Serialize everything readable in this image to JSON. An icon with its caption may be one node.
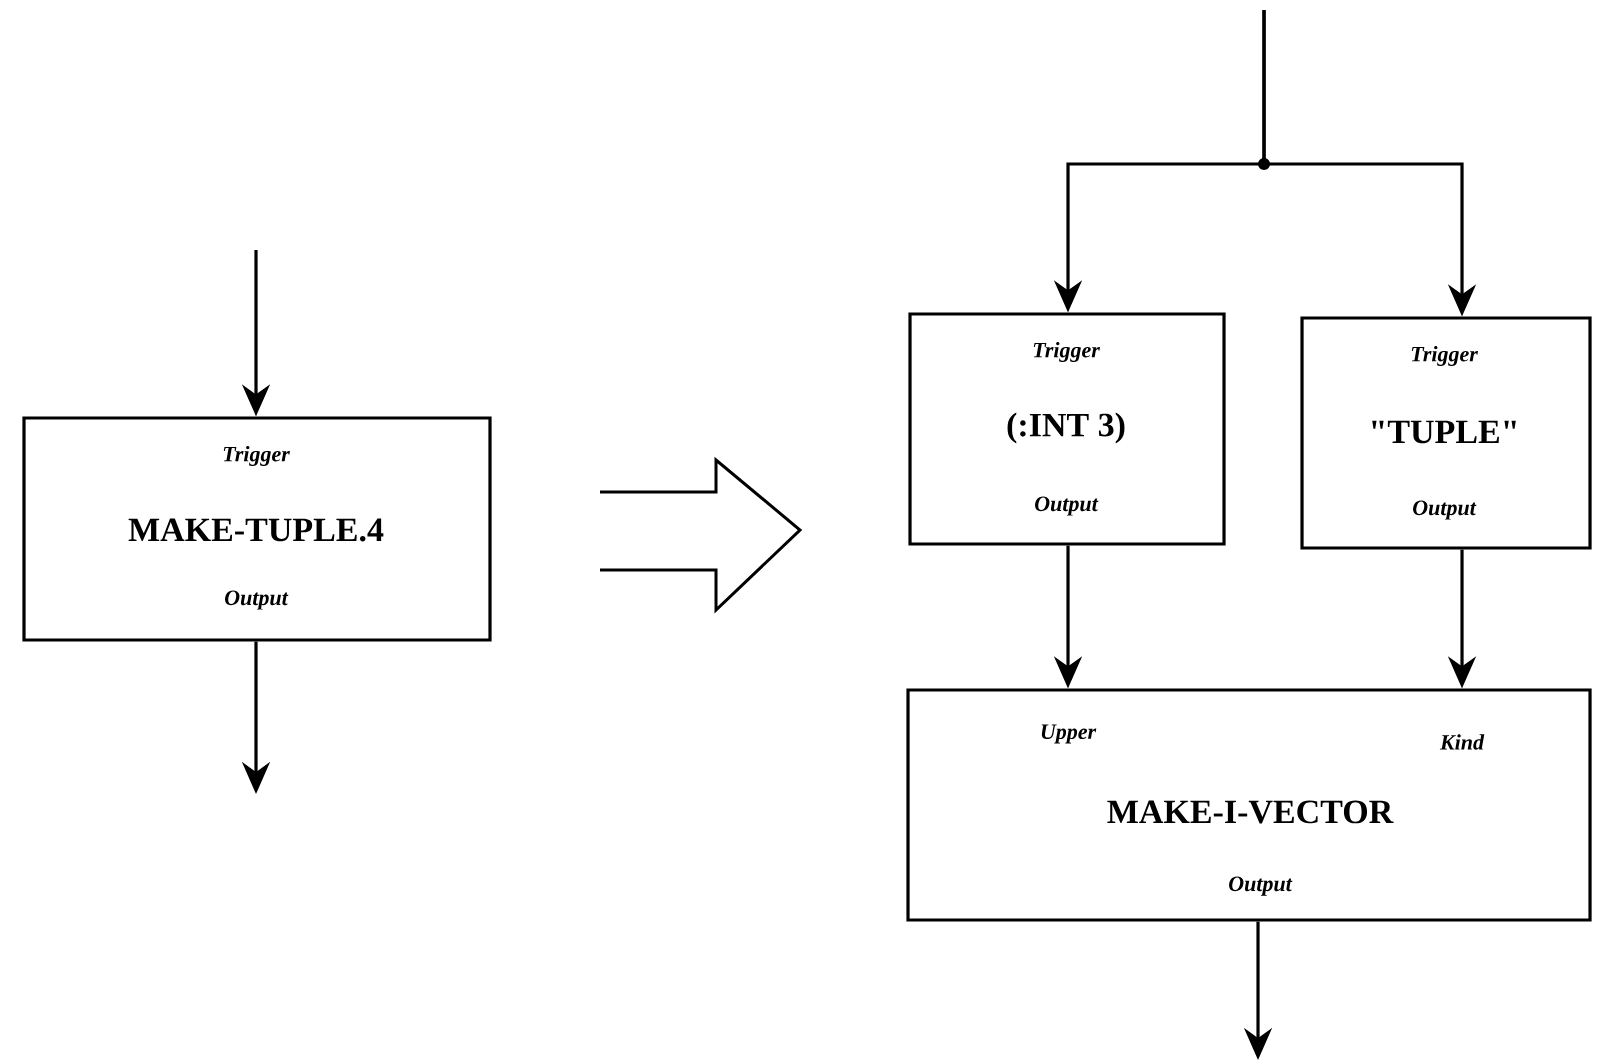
{
  "diagram": {
    "nodes": [
      {
        "text": [
          "Trigger",
          "MAKE-TUPLE.4",
          "Output"
        ]
      },
      {
        "text": [
          "Trigger",
          "(:INT 3)",
          "Output"
        ]
      },
      {
        "text": [
          "Trigger",
          "\"TUPLE\"",
          "Output"
        ]
      },
      {
        "text": [
          "Upper",
          "Kind",
          "MAKE-I-VECTOR",
          "Output"
        ]
      }
    ],
    "edges": [
      {
        "from": null,
        "to": 0,
        "arrow": "to"
      },
      {
        "from": 0,
        "to": null,
        "arrow": "to"
      },
      {
        "from": null,
        "to": 1,
        "arrow": "to"
      },
      {
        "from": null,
        "to": 2,
        "arrow": "to"
      },
      {
        "from": 1,
        "to": 3,
        "arrow": "to"
      },
      {
        "from": 2,
        "to": 3,
        "arrow": "to"
      },
      {
        "from": 3,
        "to": null,
        "arrow": "to"
      }
    ]
  }
}
